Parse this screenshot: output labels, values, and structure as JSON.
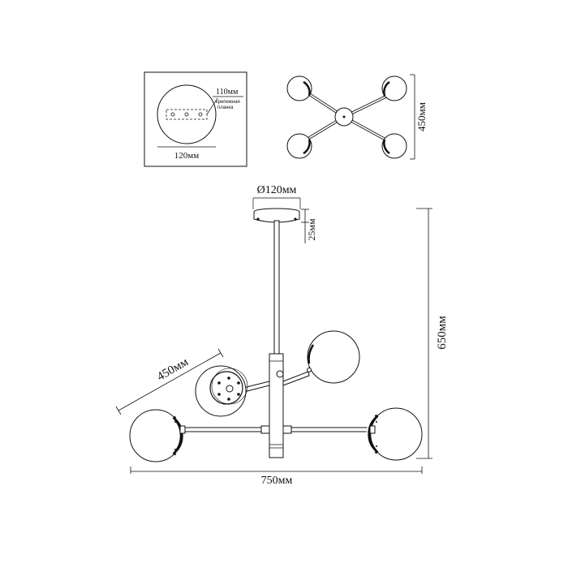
{
  "inset": {
    "width_label": "120мм",
    "plate_label": "110мм",
    "plate_caption_line1": "крепежная",
    "plate_caption_line2": "планка"
  },
  "top_view": {
    "height_label": "450мм"
  },
  "main_view": {
    "canopy_diameter_label": "Ø120мм",
    "canopy_height_label": "25мм",
    "total_height_label": "650мм",
    "arm_span_label": "450мм",
    "total_width_label": "750мм"
  },
  "colors": {
    "stroke": "#111111",
    "background": "#ffffff"
  }
}
